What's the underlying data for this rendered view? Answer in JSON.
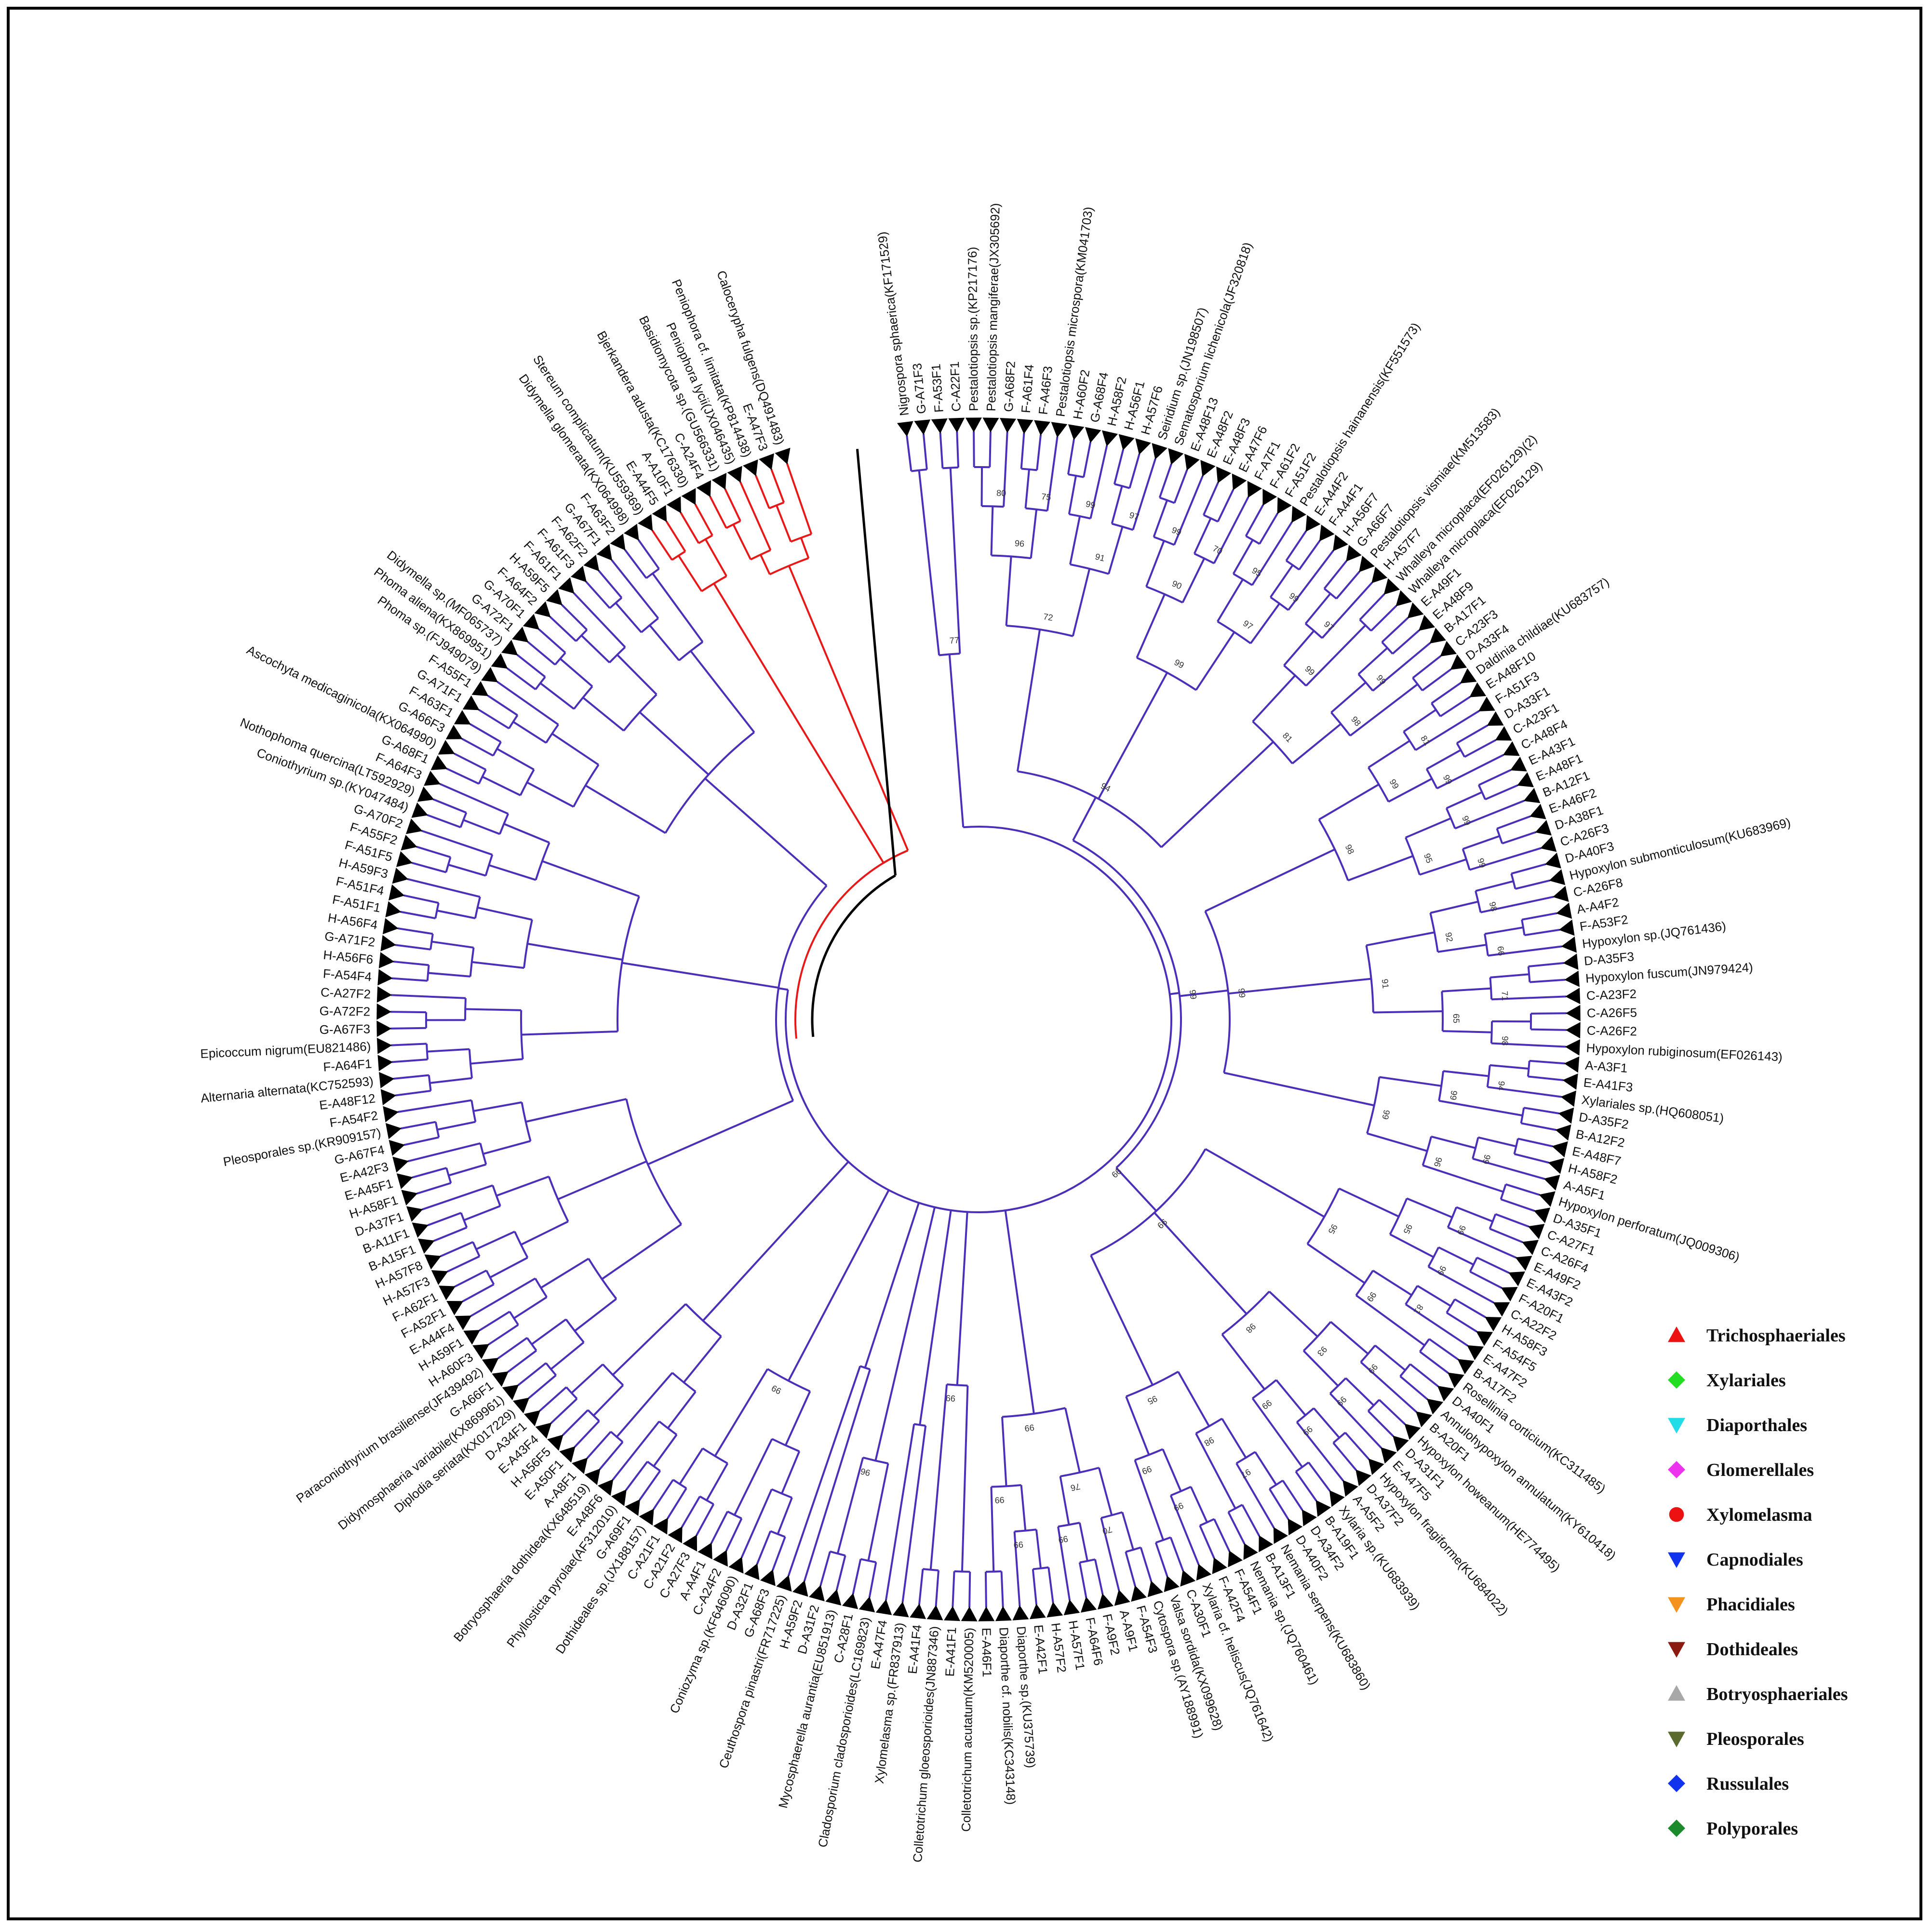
{
  "legend": [
    {
      "label": "Trichosphaeriales",
      "color": "#ee1111",
      "shape": "triangle-up"
    },
    {
      "label": "Xylariales",
      "color": "#22dd22",
      "shape": "diamond"
    },
    {
      "label": "Diaporthales",
      "color": "#22dde8",
      "shape": "triangle-down"
    },
    {
      "label": "Glomerellales",
      "color": "#ee33ee",
      "shape": "diamond"
    },
    {
      "label": "Xylomelasma",
      "color": "#ee1111",
      "shape": "circle"
    },
    {
      "label": "Capnodiales",
      "color": "#1133ee",
      "shape": "triangle-down"
    },
    {
      "label": "Phacidiales",
      "color": "#f5911e",
      "shape": "triangle-down"
    },
    {
      "label": "Dothideales",
      "color": "#8b1a10",
      "shape": "triangle-down"
    },
    {
      "label": "Botryosphaeriales",
      "color": "#a8a8a8",
      "shape": "triangle-up"
    },
    {
      "label": "Pleosporales",
      "color": "#5b6b2f",
      "shape": "triangle-down"
    },
    {
      "label": "Russulales",
      "color": "#1133ee",
      "shape": "diamond"
    },
    {
      "label": "Polyporales",
      "color": "#1a8a2a",
      "shape": "diamond"
    }
  ],
  "colors": {
    "branch": "#4b2fb8",
    "outgroup_branch": "#e81818",
    "root_branch": "#000000"
  },
  "taxa": [
    {
      "order": "Trichosphaeriales",
      "label": "Nigrospora sphaerica(KF171529)"
    },
    {
      "order": "Trichosphaeriales",
      "label": "G-A71F3"
    },
    {
      "order": "Trichosphaeriales",
      "label": "F-A53F1"
    },
    {
      "order": "Trichosphaeriales",
      "label": "C-A22F1"
    },
    {
      "order": "Xylariales",
      "label": "Pestalotiopsis sp.(KP217176)"
    },
    {
      "order": "Xylariales",
      "label": "Pestalotiopsis mangiferae(JX305692)"
    },
    {
      "order": "Xylariales",
      "label": "G-A68F2"
    },
    {
      "order": "Xylariales",
      "label": "F-A61F4"
    },
    {
      "order": "Xylariales",
      "label": "F-A46F3"
    },
    {
      "order": "Xylariales",
      "label": "Pestalotiopsis microspora(KM041703)"
    },
    {
      "order": "Xylariales",
      "label": "H-A60F2"
    },
    {
      "order": "Xylariales",
      "label": "G-A68F4"
    },
    {
      "order": "Xylariales",
      "label": "H-A58F2"
    },
    {
      "order": "Xylariales",
      "label": "H-A56F1"
    },
    {
      "order": "Xylariales",
      "label": "H-A57F6"
    },
    {
      "order": "Xylariales",
      "label": "Seiridium sp.(JN198507)"
    },
    {
      "order": "Xylariales",
      "label": "Sematosporium lichenicola(JF320818)"
    },
    {
      "order": "Xylariales",
      "label": "E-A48F13"
    },
    {
      "order": "Xylariales",
      "label": "E-A48F2"
    },
    {
      "order": "Xylariales",
      "label": "E-A48F3"
    },
    {
      "order": "Xylariales",
      "label": "E-A47F6"
    },
    {
      "order": "Xylariales",
      "label": "F-A7F1"
    },
    {
      "order": "Xylariales",
      "label": "F-A61F2"
    },
    {
      "order": "Xylariales",
      "label": "F-A51F2"
    },
    {
      "order": "Xylariales",
      "label": "Pestalotiopsis hainanensis(KF551573)"
    },
    {
      "order": "Xylariales",
      "label": "E-A44F2"
    },
    {
      "order": "Xylariales",
      "label": "F-A44F1"
    },
    {
      "order": "Xylariales",
      "label": "H-A56F7"
    },
    {
      "order": "Xylariales",
      "label": "G-A66F7"
    },
    {
      "order": "Xylariales",
      "label": "Pestalotiopsis vismiae(KM513583)"
    },
    {
      "order": "Xylariales",
      "label": "H-A57F7"
    },
    {
      "order": "Xylariales",
      "label": "Whalleya microplaca(EF026129)(2)"
    },
    {
      "order": "Xylariales",
      "label": "Whalleya microplaca(EF026129)"
    },
    {
      "order": "Xylariales",
      "label": "E-A49F1"
    },
    {
      "order": "Xylariales",
      "label": "E-A48F9"
    },
    {
      "order": "Xylariales",
      "label": "B-A17F1"
    },
    {
      "order": "Xylariales",
      "label": "C-A23F3"
    },
    {
      "order": "Xylariales",
      "label": "D-A33F4"
    },
    {
      "order": "Xylariales",
      "label": "Daldinia childiae(KU683757)"
    },
    {
      "order": "Xylariales",
      "label": "E-A48F10"
    },
    {
      "order": "Xylariales",
      "label": "F-A51F3"
    },
    {
      "order": "Xylariales",
      "label": "D-A33F1"
    },
    {
      "order": "Xylariales",
      "label": "C-A23F1"
    },
    {
      "order": "Xylariales",
      "label": "C-A48F4"
    },
    {
      "order": "Xylariales",
      "label": "E-A43F1"
    },
    {
      "order": "Xylariales",
      "label": "E-A48F1"
    },
    {
      "order": "Xylariales",
      "label": "B-A12F1"
    },
    {
      "order": "Xylariales",
      "label": "E-A46F2"
    },
    {
      "order": "Xylariales",
      "label": "D-A38F1"
    },
    {
      "order": "Xylariales",
      "label": "C-A26F3"
    },
    {
      "order": "Xylariales",
      "label": "D-A40F3"
    },
    {
      "order": "Xylariales",
      "label": "Hypoxylon submonticulosum(KU683969)"
    },
    {
      "order": "Xylariales",
      "label": "C-A26F8"
    },
    {
      "order": "Xylariales",
      "label": "A-A4F2"
    },
    {
      "order": "Xylariales",
      "label": "F-A53F2"
    },
    {
      "order": "Xylariales",
      "label": "Hypoxylon sp.(JQ761436)"
    },
    {
      "order": "Xylariales",
      "label": "D-A35F3"
    },
    {
      "order": "Xylariales",
      "label": "Hypoxylon fuscum(JN979424)"
    },
    {
      "order": "Xylariales",
      "label": "C-A23F2"
    },
    {
      "order": "Xylariales",
      "label": "C-A26F5"
    },
    {
      "order": "Xylariales",
      "label": "C-A26F2"
    },
    {
      "order": "Xylariales",
      "label": "Hypoxylon rubiginosum(EF026143)"
    },
    {
      "order": "Xylariales",
      "label": "A-A3F1"
    },
    {
      "order": "Xylariales",
      "label": "E-A41F3"
    },
    {
      "order": "Xylariales",
      "label": "Xylariales sp.(HQ608051)"
    },
    {
      "order": "Xylariales",
      "label": "D-A35F2"
    },
    {
      "order": "Xylariales",
      "label": "B-A12F2"
    },
    {
      "order": "Xylariales",
      "label": "E-A48F7"
    },
    {
      "order": "Xylariales",
      "label": "H-A58F2"
    },
    {
      "order": "Xylariales",
      "label": "A-A5F1"
    },
    {
      "order": "Xylariales",
      "label": "Hypoxylon perforatum(JQ009306)"
    },
    {
      "order": "Xylariales",
      "label": "D-A35F1"
    },
    {
      "order": "Xylariales",
      "label": "C-A27F1"
    },
    {
      "order": "Xylariales",
      "label": "C-A26F4"
    },
    {
      "order": "Xylariales",
      "label": "E-A49F2"
    },
    {
      "order": "Xylariales",
      "label": "E-A43F2"
    },
    {
      "order": "Xylariales",
      "label": "F-A20F1"
    },
    {
      "order": "Xylariales",
      "label": "C-A22F2"
    },
    {
      "order": "Xylariales",
      "label": "H-A58F3"
    },
    {
      "order": "Xylariales",
      "label": "F-A54F5"
    },
    {
      "order": "Xylariales",
      "label": "E-A47F2"
    },
    {
      "order": "Xylariales",
      "label": "B-A17F2"
    },
    {
      "order": "Xylariales",
      "label": "Rosellinia corticium(KC311485)"
    },
    {
      "order": "Xylariales",
      "label": "D-A40F1"
    },
    {
      "order": "Xylariales",
      "label": "Annulohypoxylon annulatum(KY610418)"
    },
    {
      "order": "Xylariales",
      "label": "B-A20F1"
    },
    {
      "order": "Xylariales",
      "label": "Hypoxylon howeanum(HE774495)"
    },
    {
      "order": "Xylariales",
      "label": "D-A31F1"
    },
    {
      "order": "Xylariales",
      "label": "E-A47F5"
    },
    {
      "order": "Xylariales",
      "label": "Hypoxylon fragiforme(KU684022)"
    },
    {
      "order": "Xylariales",
      "label": "D-A37F2"
    },
    {
      "order": "Xylariales",
      "label": "A-A5F2"
    },
    {
      "order": "Xylariales",
      "label": "Xylaria sp.(KU683939)"
    },
    {
      "order": "Xylariales",
      "label": "B-A19F1"
    },
    {
      "order": "Xylariales",
      "label": "D-A34F2"
    },
    {
      "order": "Xylariales",
      "label": "D-A40F2"
    },
    {
      "order": "Xylariales",
      "label": "Nemania serpens(KU683860)"
    },
    {
      "order": "Xylariales",
      "label": "B-A13F1"
    },
    {
      "order": "Xylariales",
      "label": "Nemania sp.(JQ760461)"
    },
    {
      "order": "Xylariales",
      "label": "F-A54F1"
    },
    {
      "order": "Xylariales",
      "label": "F-A42F4"
    },
    {
      "order": "Xylariales",
      "label": "Xylaria cf. heliscus(JQ761642)"
    },
    {
      "order": "Xylariales",
      "label": "C-A30F1"
    },
    {
      "order": "Xylariales",
      "label": "Valsa sordida(KX099628)"
    },
    {
      "order": "Diaporthales",
      "label": "Cytospora sp.(AY188991)"
    },
    {
      "order": "Diaporthales",
      "label": "F-A54F3"
    },
    {
      "order": "Diaporthales",
      "label": "A-A9F1"
    },
    {
      "order": "Diaporthales",
      "label": "F-A9F2"
    },
    {
      "order": "Diaporthales",
      "label": "F-A64F6"
    },
    {
      "order": "Diaporthales",
      "label": "H-A57F1"
    },
    {
      "order": "Diaporthales",
      "label": "H-A57F2"
    },
    {
      "order": "Diaporthales",
      "label": "E-A42F1"
    },
    {
      "order": "Diaporthales",
      "label": "Diaporthe sp.(KU375739)"
    },
    {
      "order": "Diaporthales",
      "label": "Diaporthe cf. nobilis(KC343148)"
    },
    {
      "order": "Diaporthales",
      "label": "E-A46F1"
    },
    {
      "order": "Glomerellales",
      "label": "Colletotrichum acutatum(KM520005)"
    },
    {
      "order": "Glomerellales",
      "label": "E-A41F1"
    },
    {
      "order": "Glomerellales",
      "label": "Colletotrichum gloeosporioides(JN887346)"
    },
    {
      "order": "Glomerellales",
      "label": "E-A41F4"
    },
    {
      "order": "Xylomelasma",
      "label": "Xylomelasma sp.(FR837913)"
    },
    {
      "order": "Xylomelasma",
      "label": "E-A47F4"
    },
    {
      "order": "Capnodiales",
      "label": "Cladosporium cladosporioides(LC169823)"
    },
    {
      "order": "Capnodiales",
      "label": "C-A28F1"
    },
    {
      "order": "Capnodiales",
      "label": "Mycosphaerella aurantia(EU851913)"
    },
    {
      "order": "Capnodiales",
      "label": "D-A31F2"
    },
    {
      "order": "Phacidiales",
      "label": "H-A59F2"
    },
    {
      "order": "Phacidiales",
      "label": "Ceuthospora pinastri(FR717225)"
    },
    {
      "order": "Dothideales",
      "label": "G-A68F3"
    },
    {
      "order": "Dothideales",
      "label": "D-A32F1"
    },
    {
      "order": "Dothideales",
      "label": "Coniozyma sp.(KF646090)"
    },
    {
      "order": "Dothideales",
      "label": "C-A24F2"
    },
    {
      "order": "Dothideales",
      "label": "A-A4F1"
    },
    {
      "order": "Dothideales",
      "label": "C-A27F3"
    },
    {
      "order": "Dothideales",
      "label": "C-A21F2"
    },
    {
      "order": "Dothideales",
      "label": "C-A21F1"
    },
    {
      "order": "Dothideales",
      "label": "Dothideales sp.(JX188157)"
    },
    {
      "order": "Botryosphaeriales",
      "label": "G-A69F1"
    },
    {
      "order": "Botryosphaeriales",
      "label": "Phyllosticta pyrolae(AF312010)"
    },
    {
      "order": "Botryosphaeriales",
      "label": "E-A48F6"
    },
    {
      "order": "Botryosphaeriales",
      "label": "Botryosphaeria dothidea(KX648519)"
    },
    {
      "order": "Botryosphaeriales",
      "label": "A-A8F1"
    },
    {
      "order": "Botryosphaeriales",
      "label": "E-A50F1"
    },
    {
      "order": "Botryosphaeriales",
      "label": "H-A56F5"
    },
    {
      "order": "Botryosphaeriales",
      "label": "E-A43F4"
    },
    {
      "order": "Botryosphaeriales",
      "label": "D-A34F1"
    },
    {
      "order": "Pleosporales",
      "label": "Diplodia seriata(KX017229)"
    },
    {
      "order": "Pleosporales",
      "label": "Didymosphaeria variabile(KX869961)"
    },
    {
      "order": "Pleosporales",
      "label": "G-A66F1"
    },
    {
      "order": "Pleosporales",
      "label": "Paraconiothyrium brasiliense(JF439492)"
    },
    {
      "order": "Pleosporales",
      "label": "H-A60F3"
    },
    {
      "order": "Pleosporales",
      "label": "H-A59F1"
    },
    {
      "order": "Pleosporales",
      "label": "E-A44F4"
    },
    {
      "order": "Pleosporales",
      "label": "F-A52F1"
    },
    {
      "order": "Pleosporales",
      "label": "F-A62F1"
    },
    {
      "order": "Pleosporales",
      "label": "H-A57F3"
    },
    {
      "order": "Pleosporales",
      "label": "H-A57F8"
    },
    {
      "order": "Pleosporales",
      "label": "B-A15F1"
    },
    {
      "order": "Pleosporales",
      "label": "B-A11F1"
    },
    {
      "order": "Pleosporales",
      "label": "D-A37F1"
    },
    {
      "order": "Pleosporales",
      "label": "H-A58F1"
    },
    {
      "order": "Pleosporales",
      "label": "E-A45F1"
    },
    {
      "order": "Pleosporales",
      "label": "E-A42F3"
    },
    {
      "order": "Pleosporales",
      "label": "G-A67F4"
    },
    {
      "order": "Pleosporales",
      "label": "Pleosporales sp.(KR909157)"
    },
    {
      "order": "Pleosporales",
      "label": "F-A54F2"
    },
    {
      "order": "Pleosporales",
      "label": "E-A48F12"
    },
    {
      "order": "Pleosporales",
      "label": "Alternaria alternata(KC752593)"
    },
    {
      "order": "Pleosporales",
      "label": "F-A64F1"
    },
    {
      "order": "Pleosporales",
      "label": "Epicoccum nigrum(EU821486)"
    },
    {
      "order": "Pleosporales",
      "label": "G-A67F3"
    },
    {
      "order": "Pleosporales",
      "label": "G-A72F2"
    },
    {
      "order": "Pleosporales",
      "label": "C-A27F2"
    },
    {
      "order": "Pleosporales",
      "label": "F-A54F4"
    },
    {
      "order": "Pleosporales",
      "label": "H-A56F6"
    },
    {
      "order": "Pleosporales",
      "label": "G-A71F2"
    },
    {
      "order": "Pleosporales",
      "label": "H-A56F4"
    },
    {
      "order": "Pleosporales",
      "label": "F-A51F1"
    },
    {
      "order": "Pleosporales",
      "label": "F-A51F4"
    },
    {
      "order": "Pleosporales",
      "label": "H-A59F3"
    },
    {
      "order": "Pleosporales",
      "label": "F-A51F5"
    },
    {
      "order": "Pleosporales",
      "label": "F-A55F2"
    },
    {
      "order": "Pleosporales",
      "label": "G-A70F2"
    },
    {
      "order": "Pleosporales",
      "label": "Coniothyrium sp.(KY047484)"
    },
    {
      "order": "Pleosporales",
      "label": "Nothophoma quercina(LT592929)"
    },
    {
      "order": "Pleosporales",
      "label": "F-A64F3"
    },
    {
      "order": "Pleosporales",
      "label": "G-A68F1"
    },
    {
      "order": "Pleosporales",
      "label": "Ascochyta medicaginicola(KX064990)"
    },
    {
      "order": "Pleosporales",
      "label": "G-A66F3"
    },
    {
      "order": "Pleosporales",
      "label": "F-A63F1"
    },
    {
      "order": "Pleosporales",
      "label": "G-A71F1"
    },
    {
      "order": "Pleosporales",
      "label": "F-A55F1"
    },
    {
      "order": "Pleosporales",
      "label": "Phoma sp.(FJ949079)"
    },
    {
      "order": "Pleosporales",
      "label": "Phoma aliena(KX869951)"
    },
    {
      "order": "Pleosporales",
      "label": "Didymella sp.(MF065737)"
    },
    {
      "order": "Pleosporales",
      "label": "G-A72F1"
    },
    {
      "order": "Pleosporales",
      "label": "G-A70F1"
    },
    {
      "order": "Pleosporales",
      "label": "F-A64F2"
    },
    {
      "order": "Pleosporales",
      "label": "H-A59F5"
    },
    {
      "order": "Pleosporales",
      "label": "F-A61F1"
    },
    {
      "order": "Pleosporales",
      "label": "F-A61F3"
    },
    {
      "order": "Pleosporales",
      "label": "F-A62F2"
    },
    {
      "order": "Pleosporales",
      "label": "G-A67F1"
    },
    {
      "order": "Pleosporales",
      "label": "F-A63F2"
    },
    {
      "order": "Pleosporales",
      "label": "Didymella glomerata(KX064998)"
    },
    {
      "order": "Russulales",
      "label": "Stereum complicatum(KU559369)"
    },
    {
      "order": "Russulales",
      "label": "E-A44F5"
    },
    {
      "order": "Russulales",
      "label": "A-A10F1"
    },
    {
      "order": "Russulales",
      "label": "Bjerkandera adusta(KC176330)"
    },
    {
      "order": "Polyporales",
      "label": "C-A24F4"
    },
    {
      "order": "Polyporales",
      "label": "Basidiomycota sp.(GU566331)"
    },
    {
      "order": "Polyporales",
      "label": "Peniophora lycii(JX046435)"
    },
    {
      "order": "Polyporales",
      "label": "Peniophora cf. limitata(KP814438)"
    },
    {
      "order": "Polyporales",
      "label": "E-A47F3"
    },
    {
      "order": "Polyporales",
      "label": "Calocerypha fulgens(DQ491483)"
    }
  ],
  "bootstrap": [
    "99",
    "77",
    "99",
    "94",
    "72",
    "96",
    "80",
    "75",
    "91",
    "99",
    "97",
    "99",
    "90",
    "99",
    "70",
    "97",
    "95",
    "99",
    "81",
    "99",
    "97",
    "98",
    "99",
    "99",
    "98",
    "99",
    "81",
    "99",
    "95",
    "99",
    "99",
    "91",
    "92",
    "98",
    "66",
    "65",
    "71",
    "98",
    "99",
    "99",
    "94",
    "96",
    "99",
    "99",
    "95",
    "95",
    "99",
    "99",
    "99",
    "81",
    "98",
    "93",
    "99",
    "99",
    "99",
    "99",
    "95",
    "98",
    "97",
    "99",
    "99",
    "99",
    "76",
    "70",
    "99",
    "99",
    "99",
    "99",
    "96",
    "99"
  ]
}
